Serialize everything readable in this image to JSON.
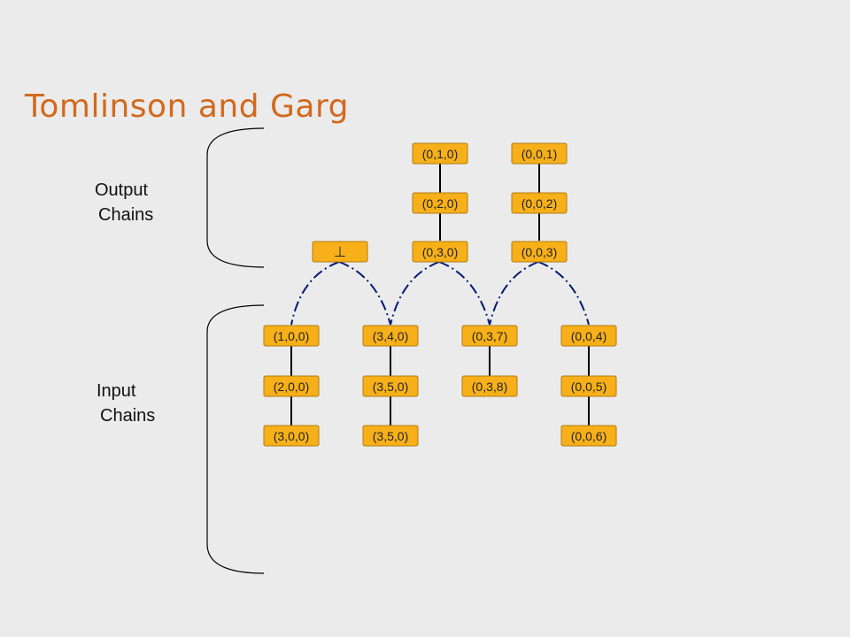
{
  "title": "Tomlinson and Garg",
  "groups": {
    "output": {
      "line1": "Output",
      "line2": "Chains"
    },
    "input": {
      "line1": "Input",
      "line2": "Chains"
    }
  },
  "bottom_symbol": "⊥",
  "output_chains": [
    {
      "id": "out2",
      "nodes": [
        "(0,1,0)",
        "(0,2,0)",
        "(0,3,0)"
      ]
    },
    {
      "id": "out3",
      "nodes": [
        "(0,0,1)",
        "(0,0,2)",
        "(0,0,3)"
      ]
    }
  ],
  "input_chains": [
    {
      "id": "in1",
      "nodes": [
        "(1,0,0)",
        "(2,0,0)",
        "(3,0,0)"
      ]
    },
    {
      "id": "in2",
      "nodes": [
        "(3,4,0)",
        "(3,5,0)",
        "(3,5,0)"
      ]
    },
    {
      "id": "in3",
      "nodes": [
        "(0,3,7)",
        "(0,3,8)"
      ]
    },
    {
      "id": "in4",
      "nodes": [
        "(0,0,4)",
        "(0,0,5)",
        "(0,0,6)"
      ]
    }
  ]
}
